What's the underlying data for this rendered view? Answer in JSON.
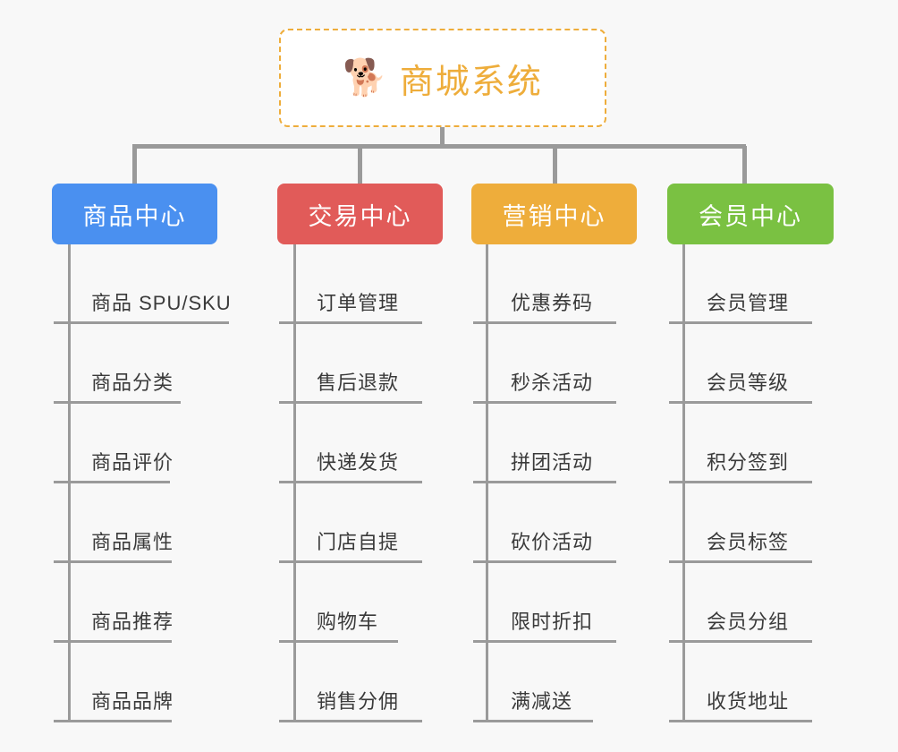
{
  "diagram": {
    "type": "mind-map",
    "background_color": "#f8f8f8",
    "line_color": "#9a9a9a",
    "root": {
      "icon": "shiba-dog-face-emoji",
      "icon_glyph": "🐕",
      "title": "商城系统",
      "text_color": "#eead3b",
      "border_color": "#eead3b",
      "background_color": "#ffffff"
    },
    "categories": [
      {
        "label": "商品中心",
        "color": "#4a90f0",
        "items": [
          "商品 SPU/SKU",
          "商品分类",
          "商品评价",
          "商品属性",
          "商品推荐",
          "商品品牌"
        ]
      },
      {
        "label": "交易中心",
        "color": "#e15b59",
        "items": [
          "订单管理",
          "售后退款",
          "快递发货",
          "门店自提",
          "购物车",
          "销售分佣"
        ]
      },
      {
        "label": "营销中心",
        "color": "#eead3b",
        "items": [
          "优惠券码",
          "秒杀活动",
          "拼团活动",
          "砍价活动",
          "限时折扣",
          "满减送"
        ]
      },
      {
        "label": "会员中心",
        "color": "#7ac142",
        "items": [
          "会员管理",
          "会员等级",
          "积分签到",
          "会员标签",
          "会员分组",
          "收货地址"
        ]
      }
    ]
  }
}
